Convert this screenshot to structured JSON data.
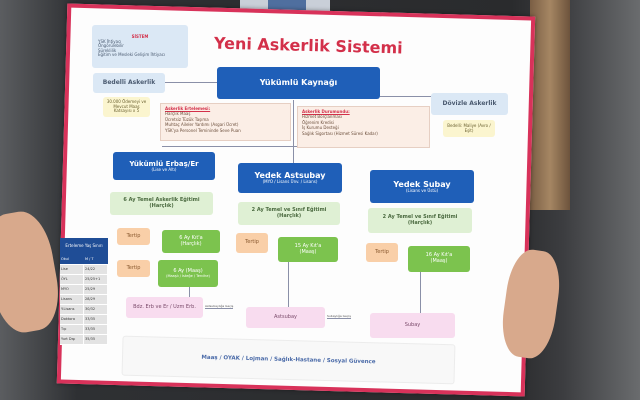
{
  "title": "Yeni Askerlik Sistemi",
  "sistem": {
    "heading": "SİSTEM",
    "items": [
      "YSK İhtiyacı",
      "Öngörülebilir",
      "Süreklilik",
      "Eğitim ve Mesleki Gelişim İhtiyacı"
    ]
  },
  "source": "Yükümlü Kaynağı",
  "bedelli": {
    "label": "Bedelli Askerlik",
    "note": "30.000 Ödemeyi ve Mevcut Maaş Katsayısı x 5"
  },
  "dovizle": {
    "label": "Dövizle Askerlik",
    "note": "Bedelli: Maliye (Avro / Eşit)"
  },
  "erteleme": {
    "heading": "Askerlik Ertelemesi:",
    "items": [
      "Harçlık Maaş",
      "Ücretsiz Tüzük Taşıma",
      "Muhtaç Aileler Yardımı (Asgari Ücret)",
      "YSK'ya Personel Temininde Seve Puan"
    ]
  },
  "durumu": {
    "heading": "Askerlik Durumundu:",
    "items": [
      "Hizmet Borçlanması",
      "Öğrenim Kredisi",
      "İş Kurumu Desteği",
      "Sağlık Sigortası (Hizmet Süresi Kadar)"
    ]
  },
  "branches": [
    {
      "title": "Yükümlü Erbaş/Er",
      "sub": "(Lise ve Altı)",
      "training": "6 Ay Temel Askerlik Eğitimi",
      "training_sub": "(Harçlık)"
    },
    {
      "title": "Yedek Astsubay",
      "sub": "(MYO / Lisans Ünv. / Lisans)",
      "training": "2 Ay Temel ve Sınıf Eğitimi",
      "training_sub": "(Harçlık)"
    },
    {
      "title": "Yedek Subay",
      "sub": "(Lisans ve Üstü)",
      "training": "2 Ay Temel ve Sınıf Eğitimi",
      "training_sub": "(Harçlık)"
    }
  ],
  "tertip": "Tertip",
  "kita1": {
    "a": "6 Ay Kıt'a",
    "b": "(Harçlık)"
  },
  "kita2": {
    "a": "6 Ay (Maaş)",
    "b": "(Maaşlı / İsteğe / Tercihe)"
  },
  "kita3": {
    "a": "15 Ay Kıt'a",
    "b": "(Maaş)"
  },
  "kita4": {
    "a": "16 Ay Kıt'a",
    "b": "(Maaş)"
  },
  "bdz": "Bdz. Erb ve Er / Uzm Erb.",
  "astsubay": "Astsubay",
  "subay": "Subay",
  "arrow1": "Astsubaylığa Geçiş",
  "arrow2": "Subaylığa Geçiş",
  "table": {
    "title": "Erteleme Yaş Sınırı",
    "headers": [
      "Okul",
      "M / T"
    ],
    "rows": [
      [
        "Lise",
        "24/22"
      ],
      [
        "ÖYL",
        "25/25+1"
      ],
      [
        "MYO",
        "25/29"
      ],
      [
        "Lisans",
        "28/29"
      ],
      [
        "Y.Lisans",
        "30/32"
      ],
      [
        "Doktora",
        "33/35"
      ],
      [
        "Tıp",
        "33/35"
      ],
      [
        "Yurt Dışı",
        "35/35"
      ]
    ]
  },
  "benefits": "Maaş  /  OYAK  /  Lojman  /  Sağlık-Hastane  /  Sosyal Güvence"
}
